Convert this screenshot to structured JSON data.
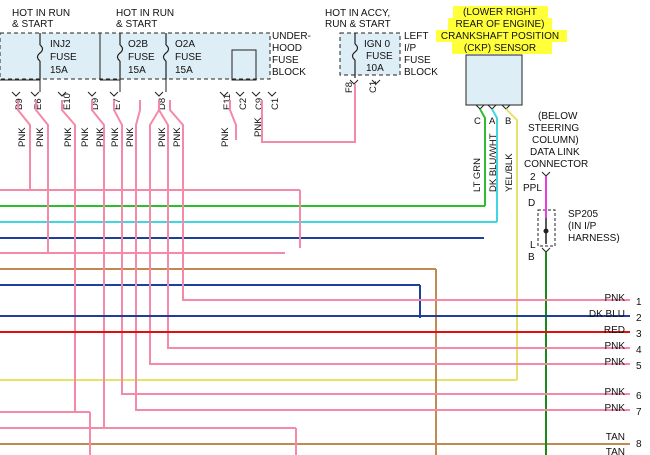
{
  "colors": {
    "PNK": "#f48aa8",
    "DK_BLU": "#1f3f9c",
    "RED": "#e01010",
    "TAN": "#c08a50",
    "YEL": "#e7e36a",
    "GRN": "#2ebd2e",
    "CYAN": "#3fd6e2",
    "PPL": "#e83ee0",
    "DKGRN": "#178a17",
    "box_fill": "#ddeef6",
    "highlight": "#ffff3a"
  },
  "fuse_block": {
    "header_1": [
      "HOT IN RUN",
      "& START"
    ],
    "header_2": [
      "HOT IN RUN",
      "& START"
    ],
    "fuses": [
      {
        "name": "INJ2",
        "type": "FUSE",
        "rating": "15A"
      },
      {
        "name": "O2B",
        "type": "FUSE",
        "rating": "15A"
      },
      {
        "name": "O2A",
        "type": "FUSE",
        "rating": "15A"
      }
    ],
    "label": [
      "UNDER-",
      "HOOD",
      "FUSE",
      "BLOCK"
    ],
    "pins": [
      "B9",
      "E6",
      "E10",
      "D9",
      "E7",
      "D8",
      "E11",
      "C2",
      "C9",
      "C1"
    ]
  },
  "ip_fuse": {
    "header": [
      "HOT IN ACCY,",
      "RUN & START"
    ],
    "name": "IGN 0",
    "type": "FUSE",
    "rating": "10A",
    "label": [
      "LEFT",
      "I/P",
      "FUSE",
      "BLOCK"
    ],
    "pins": [
      "F8",
      "C1"
    ]
  },
  "ckp_sensor": {
    "title": [
      "(LOWER RIGHT",
      "REAR OF ENGINE)",
      "CRANKSHAFT POSITION",
      "(CKP) SENSOR"
    ],
    "pins": [
      "C",
      "A",
      "B"
    ],
    "wires": [
      "LT GRN",
      "DK BLU/WHT",
      "YEL/BLK"
    ]
  },
  "dlc": {
    "title": [
      "(BELOW",
      "STEERING",
      "COLUMN)",
      "DATA LINK",
      "CONNECTOR"
    ],
    "pin": "2",
    "wire": "PPL"
  },
  "splice": {
    "name": "SP205",
    "note": [
      "(IN I/P",
      "HARNESS)"
    ],
    "top_pin": "D",
    "bottom_pin": "B",
    "side_label": "L"
  },
  "vertical_wire_labels": [
    "PNK",
    "PNK",
    "PNK",
    "PNK",
    "PNK",
    "PNK",
    "PNK",
    "PNK",
    "PNK",
    "PNK"
  ],
  "ignition_wire_label": "PNK",
  "outputs": [
    {
      "num": "1",
      "color": "PNK"
    },
    {
      "num": "2",
      "color": "DK BLU"
    },
    {
      "num": "3",
      "color": "RED"
    },
    {
      "num": "4",
      "color": "PNK"
    },
    {
      "num": "5",
      "color": "PNK"
    },
    {
      "num": "6",
      "color": "PNK"
    },
    {
      "num": "7",
      "color": "PNK"
    },
    {
      "num": "8",
      "color": "TAN"
    },
    {
      "num": "",
      "color": "TAN"
    }
  ]
}
